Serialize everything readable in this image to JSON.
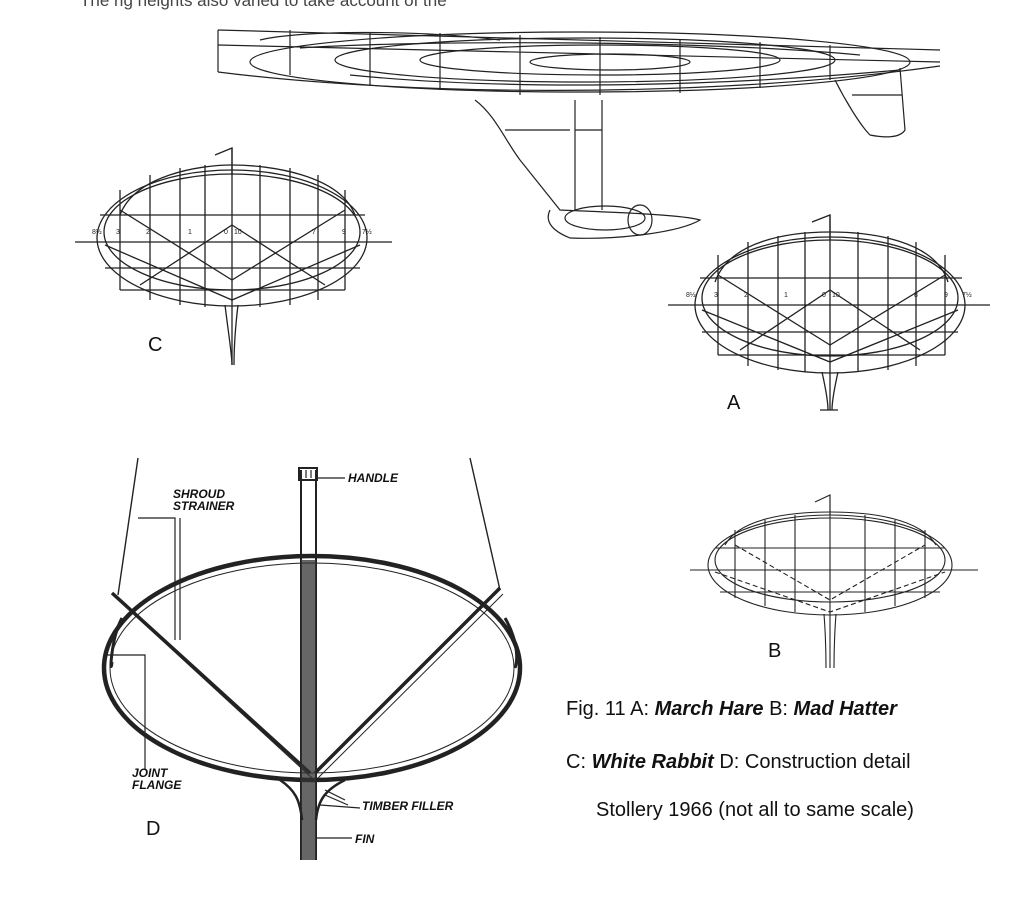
{
  "header_fragment": "The rig heights also varied to take account of the",
  "panels": {
    "a": "A",
    "b": "B",
    "c": "C",
    "d": "D"
  },
  "detail_labels": {
    "handle": "HANDLE",
    "shroud_strainer": [
      "SHROUD",
      "STRAINER"
    ],
    "joint_flange": [
      "JOINT",
      "FLANGE"
    ],
    "timber_filler": "TIMBER FILLER",
    "fin": "FIN"
  },
  "caption": {
    "line1_prefix": "Fig. 11 A: ",
    "boat_a": "March Hare",
    "line1_mid": " B: ",
    "boat_b": "Mad Hatter",
    "line2_prefix": "C: ",
    "boat_c": "White Rabbit",
    "line2_suffix": " D: Construction detail",
    "line3": "Stollery 1966 (not all to same scale)"
  },
  "section_ticks": {
    "c": [
      "8½",
      "3",
      "2",
      "1",
      "0",
      "10",
      "7",
      "9",
      "7½"
    ],
    "a": [
      "8½",
      "3",
      "2",
      "1",
      "0",
      "10",
      "8",
      "9",
      "7½"
    ]
  }
}
